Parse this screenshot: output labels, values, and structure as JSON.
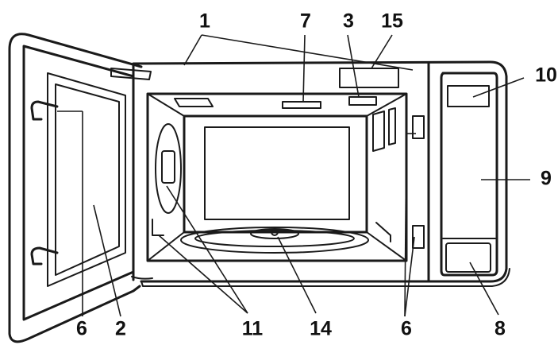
{
  "callouts": {
    "c1": "1",
    "c7": "7",
    "c3": "3",
    "c15": "15",
    "c10": "10",
    "c9": "9",
    "c6_left": "6",
    "c2": "2",
    "c11": "11",
    "c14": "14",
    "c6_right": "6",
    "c8": "8"
  }
}
